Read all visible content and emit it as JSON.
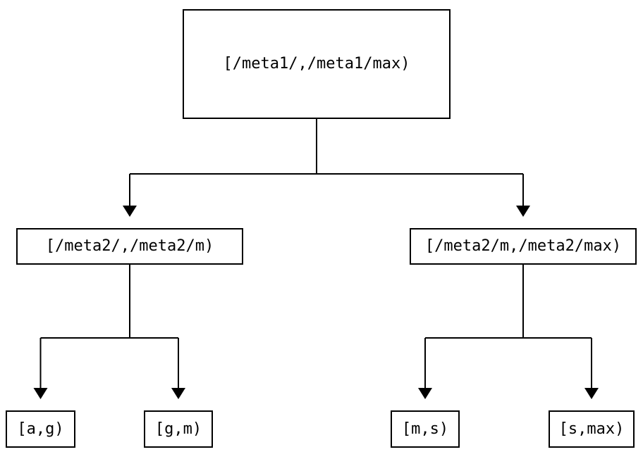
{
  "diagram": {
    "background_color": "#ffffff",
    "line_color": "#000000",
    "text_color": "#000000",
    "nodes": [
      {
        "id": "root",
        "label": "[/meta1/,/meta1/max)"
      },
      {
        "id": "left-mid",
        "label": "[/meta2/,/meta2/m)"
      },
      {
        "id": "right-mid",
        "label": "[/meta2/m,/meta2/max)"
      },
      {
        "id": "leaf-a-g",
        "label": "[a,g)"
      },
      {
        "id": "leaf-g-m",
        "label": "[g,m)"
      },
      {
        "id": "leaf-m-s",
        "label": "[m,s)"
      },
      {
        "id": "leaf-s-max",
        "label": "[s,max)"
      }
    ],
    "edges": [
      {
        "from": "root",
        "to": "left-mid"
      },
      {
        "from": "root",
        "to": "right-mid"
      },
      {
        "from": "left-mid",
        "to": "leaf-a-g"
      },
      {
        "from": "left-mid",
        "to": "leaf-g-m"
      },
      {
        "from": "right-mid",
        "to": "leaf-m-s"
      },
      {
        "from": "right-mid",
        "to": "leaf-s-max"
      }
    ]
  }
}
